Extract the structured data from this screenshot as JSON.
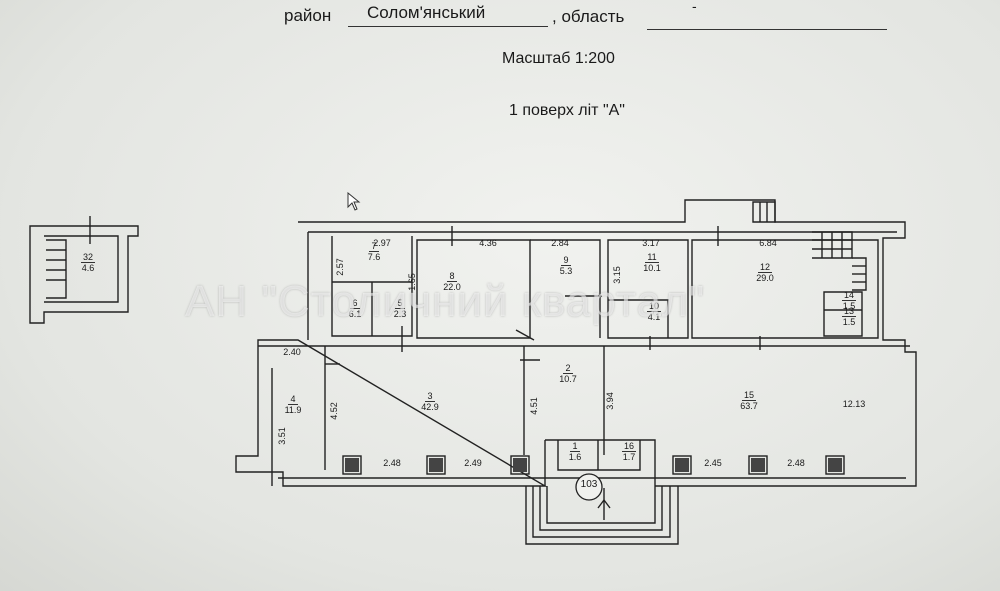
{
  "header": {
    "district_label": "район",
    "district_value": "Солом'янський",
    "region_label": ", область",
    "region_value": "-",
    "scale": "Масштаб 1:200",
    "floor": "1 поверх літ \"А\""
  },
  "watermark": "АН \"Столичний квартал\"",
  "rooms": [
    {
      "no": "32",
      "area": "4.6"
    },
    {
      "no": "7",
      "area": "7.6"
    },
    {
      "no": "8",
      "area": "22.0"
    },
    {
      "no": "9",
      "area": "5.3"
    },
    {
      "no": "11",
      "area": "10.1"
    },
    {
      "no": "12",
      "area": "29.0"
    },
    {
      "no": "6",
      "area": "6.1"
    },
    {
      "no": "5",
      "area": "2.3"
    },
    {
      "no": "10",
      "area": "4.1"
    },
    {
      "no": "14",
      "area": "1.5"
    },
    {
      "no": "13",
      "area": "1.5"
    },
    {
      "no": "4",
      "area": "11.9"
    },
    {
      "no": "3",
      "area": "42.9"
    },
    {
      "no": "2",
      "area": "10.7"
    },
    {
      "no": "15",
      "area": "63.7"
    },
    {
      "no": "1",
      "area": "1.6"
    },
    {
      "no": "16",
      "area": "1.7"
    }
  ],
  "dimensions": [
    "2.97",
    "4.36",
    "2.84",
    "3.17",
    "6.84",
    "2.57",
    "1.65",
    "3.15",
    "2.40",
    "4.52",
    "3.51",
    "4.51",
    "3.94",
    "12.13",
    "2.48",
    "2.49",
    "2.45",
    "2.48"
  ],
  "entrance_marker": "103"
}
